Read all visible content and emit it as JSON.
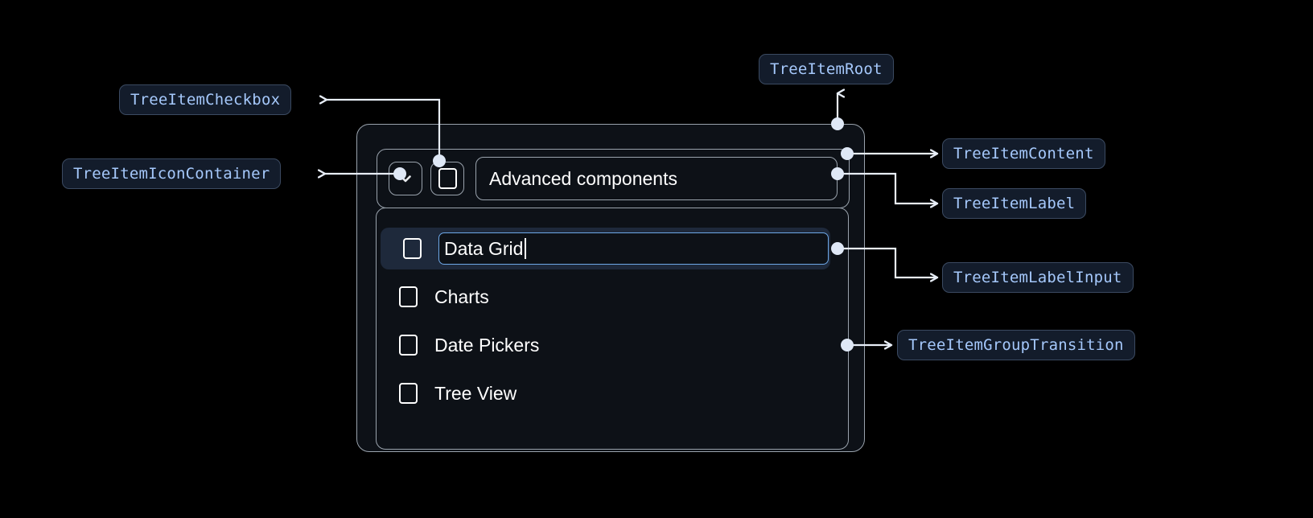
{
  "annotations": [
    {
      "id": "tree-item-checkbox",
      "label": "TreeItemCheckbox"
    },
    {
      "id": "tree-item-icon-container",
      "label": "TreeItemIconContainer"
    },
    {
      "id": "tree-item-root",
      "label": "TreeItemRoot"
    },
    {
      "id": "tree-item-content",
      "label": "TreeItemContent"
    },
    {
      "id": "tree-item-label",
      "label": "TreeItemLabel"
    },
    {
      "id": "tree-item-label-input",
      "label": "TreeItemLabelInput"
    },
    {
      "id": "tree-item-group-transition",
      "label": "TreeItemGroupTransition"
    }
  ],
  "tree": {
    "root_item": {
      "expand_icon": "chevron-down-icon",
      "checkbox_checked": false,
      "label": "Advanced components"
    },
    "children": [
      {
        "label": "Data Grid",
        "checkbox_checked": false,
        "selected": true,
        "editing": true
      },
      {
        "label": "Charts",
        "checkbox_checked": false,
        "selected": false,
        "editing": false
      },
      {
        "label": "Date Pickers",
        "checkbox_checked": false,
        "selected": false,
        "editing": false
      },
      {
        "label": "Tree View",
        "checkbox_checked": false,
        "selected": false,
        "editing": false
      }
    ]
  },
  "colors": {
    "background": "#000000",
    "card_background": "#0d1117",
    "card_border": "#9aa3ad",
    "annotation_fill": "#131c2b",
    "annotation_border": "#3b4a61",
    "annotation_text": "#a5c8fb",
    "connector": "#e8eef8",
    "selected_row": "#1e293b",
    "input_focus_border": "#6ea8e8",
    "text": "#ffffff"
  }
}
